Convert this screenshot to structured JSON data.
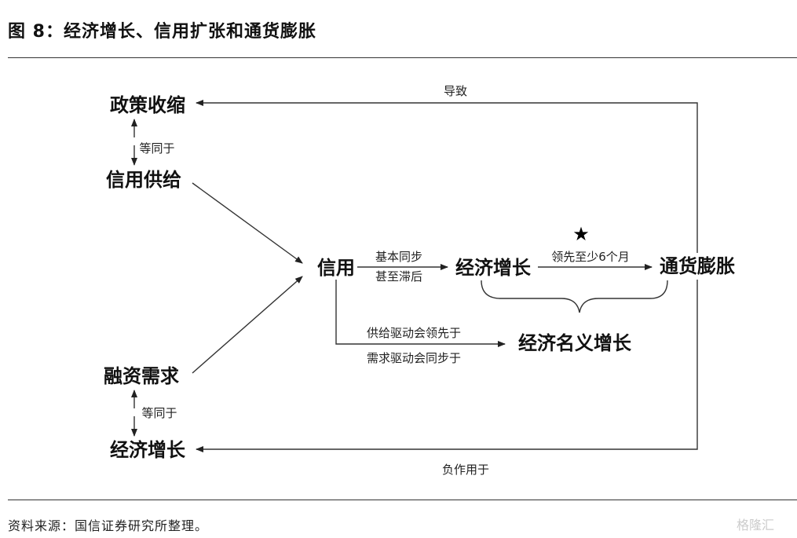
{
  "title": "图 8：经济增长、信用扩张和通货膨胀",
  "nodes": {
    "policy_tightening": "政策收缩",
    "credit_supply": "信用供给",
    "financing_demand": "融资需求",
    "economic_growth_bottom": "经济增长",
    "credit": "信用",
    "economic_growth": "经济增长",
    "inflation": "通货膨胀",
    "nominal_growth": "经济名义增长"
  },
  "labels": {
    "leads_to": "导致",
    "counteracts": "负作用于",
    "equals_top": "等同于",
    "equals_bottom": "等同于",
    "sync_1": "基本同步",
    "sync_2": "甚至滞后",
    "lead_6m": "领先至少6个月",
    "star": "★",
    "supply_driven": "供给驱动会领先于",
    "demand_driven": "需求驱动会同步于"
  },
  "source": "资料来源：国信证券研究所整理。",
  "watermark": "格隆汇"
}
